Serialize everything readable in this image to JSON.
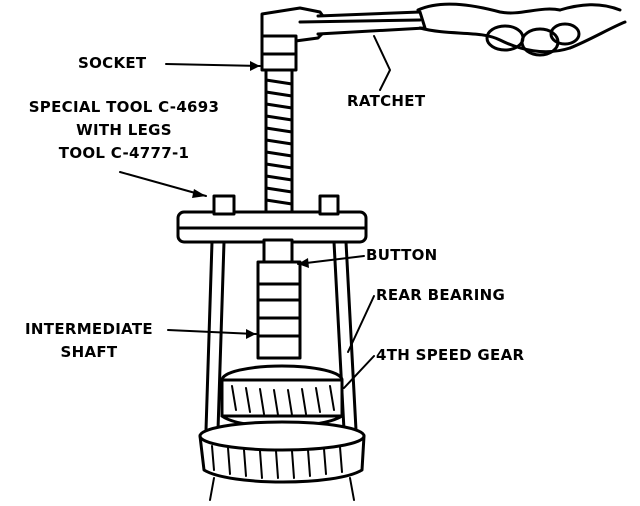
{
  "labels": {
    "socket": "SOCKET",
    "ratchet": "RATCHET",
    "special_tool_line1": "SPECIAL TOOL C-4693",
    "special_tool_line2": "WITH LEGS",
    "special_tool_line3": "TOOL C-4777-1",
    "button": "BUTTON",
    "rear_bearing": "REAR BEARING",
    "intermediate_line1": "INTERMEDIATE",
    "intermediate_line2": "SHAFT",
    "fourth_speed_gear": "4TH SPEED GEAR"
  },
  "colors": {
    "ink": "#000000",
    "paper": "#ffffff"
  }
}
